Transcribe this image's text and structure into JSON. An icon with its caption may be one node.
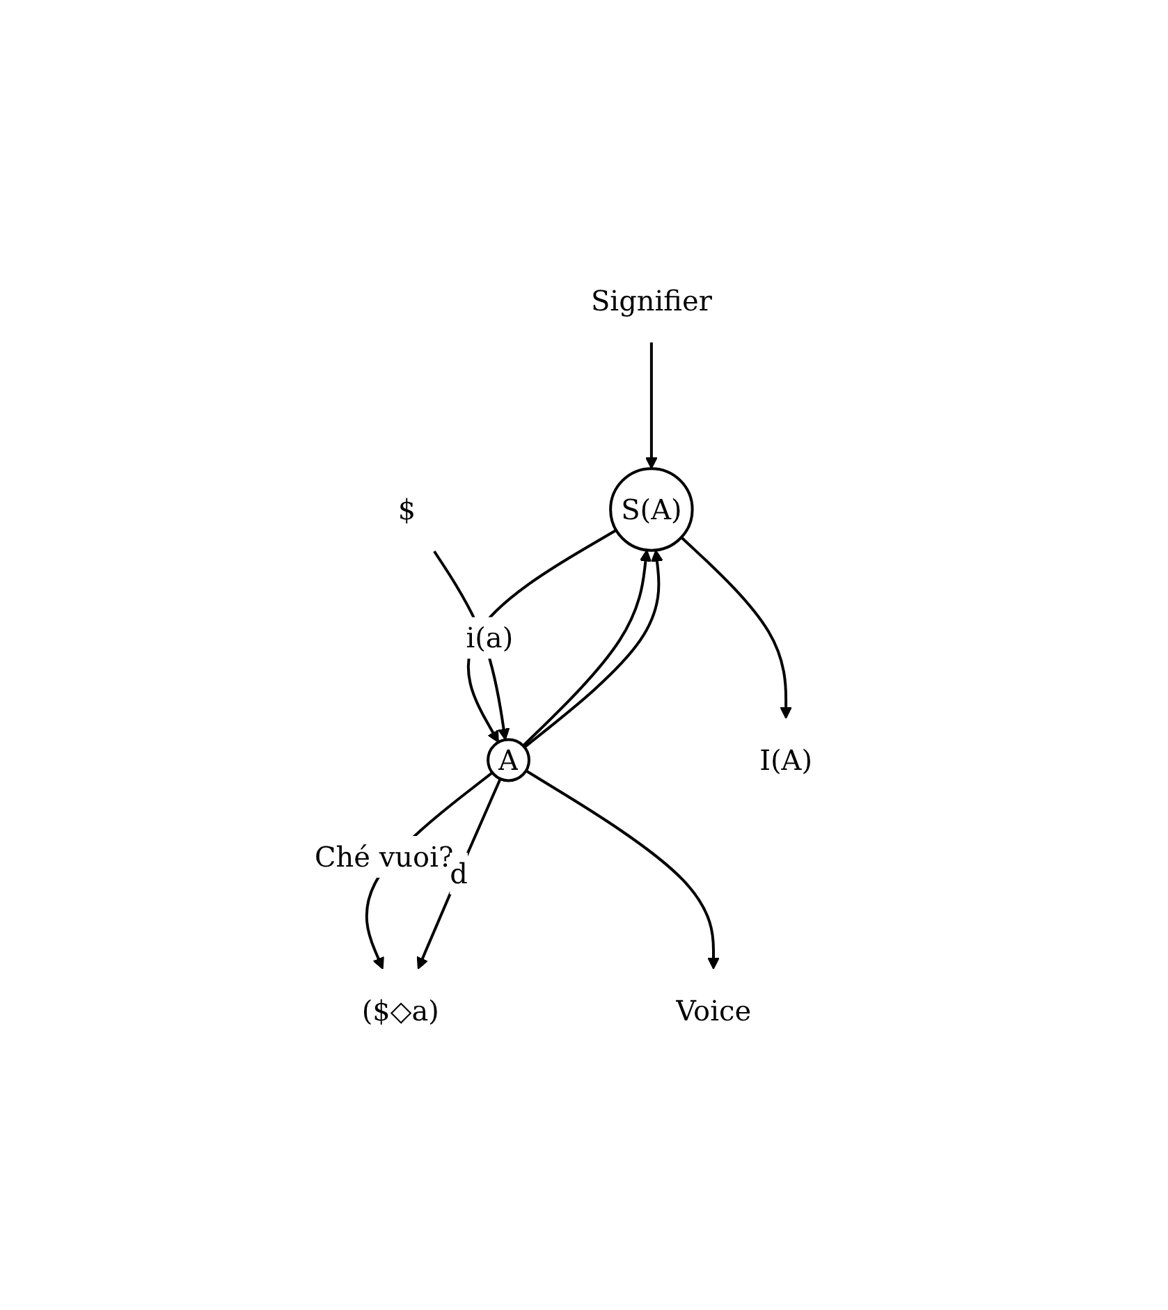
{
  "diagram": {
    "nodes": [
      {
        "text": [
          "($◇a)"
        ]
      },
      {
        "text": [
          "S(A)"
        ]
      },
      {
        "text": [
          "A"
        ]
      },
      {
        "text": [
          "Signifier"
        ]
      },
      {
        "text": [
          "Voice"
        ]
      },
      {
        "text": [
          "I(A)"
        ]
      },
      {
        "text": [
          "$"
        ]
      }
    ],
    "edges": [
      {
        "from": 2,
        "to": 0,
        "arrow": "to",
        "label": "Ché vuoi?"
      },
      {
        "from": 2,
        "to": 0,
        "arrow": "to",
        "label": "d"
      },
      {
        "from": 2,
        "to": 1,
        "arrow": "to"
      },
      {
        "from": 1,
        "to": 2,
        "arrow": "to"
      },
      {
        "from": 3,
        "to": 1,
        "arrow": "to"
      },
      {
        "from": 2,
        "to": 4,
        "arrow": "to"
      },
      {
        "from": 1,
        "to": 5,
        "arrow": "to"
      },
      {
        "from": 6,
        "to": 2,
        "arrow": "to",
        "label": "i(a)"
      },
      {
        "from": 2,
        "to": 1,
        "arrow": "to"
      }
    ]
  }
}
